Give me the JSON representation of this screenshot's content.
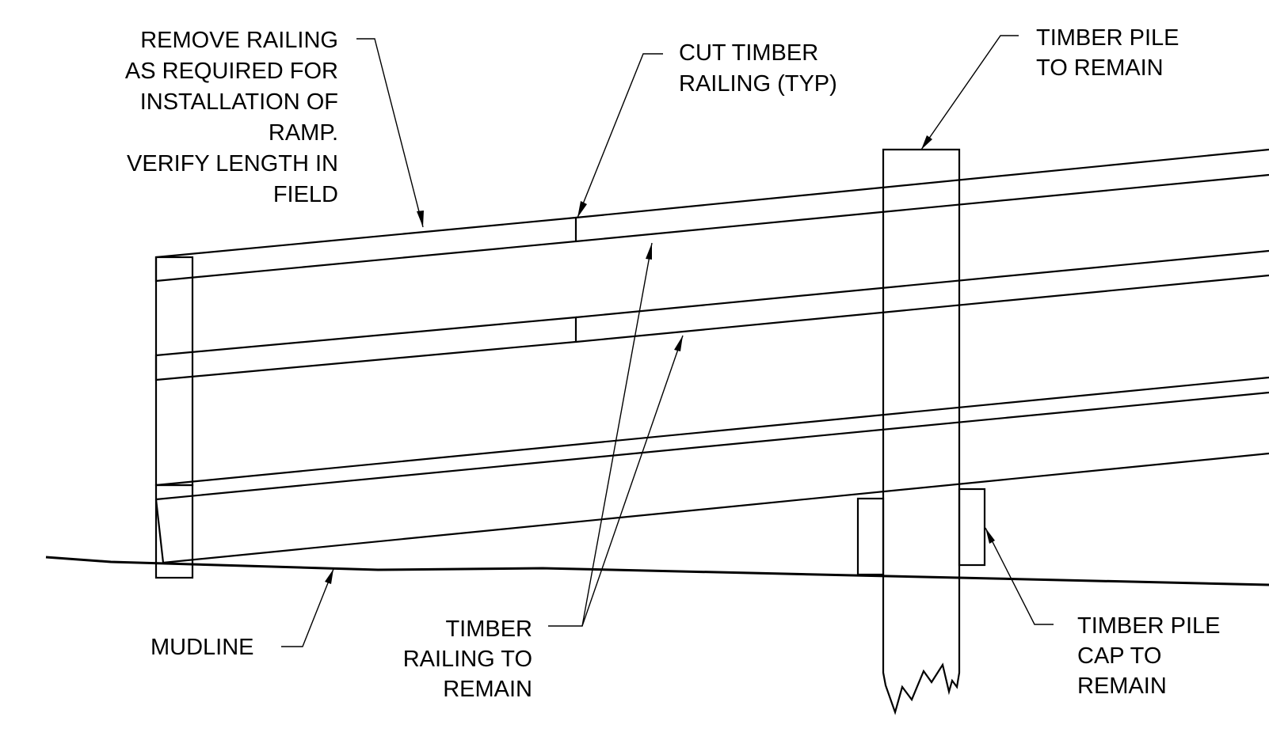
{
  "callouts": {
    "remove_railing": {
      "lines": [
        "REMOVE RAILING",
        "AS REQUIRED FOR",
        "INSTALLATION OF",
        "RAMP.",
        "VERIFY LENGTH IN",
        "FIELD"
      ]
    },
    "cut_timber_railing": {
      "lines": [
        "CUT TIMBER",
        "RAILING (TYP)"
      ]
    },
    "timber_pile_remain": {
      "lines": [
        "TIMBER PILE",
        "TO REMAIN"
      ]
    },
    "mudline": {
      "lines": [
        "MUDLINE"
      ]
    },
    "timber_railing_remain": {
      "lines": [
        "TIMBER",
        "RAILING TO",
        "REMAIN"
      ]
    },
    "timber_pile_cap_remain": {
      "lines": [
        "TIMBER PILE",
        "CAP TO",
        "REMAIN"
      ]
    }
  },
  "colors": {
    "line": "#000000",
    "background": "#ffffff"
  }
}
